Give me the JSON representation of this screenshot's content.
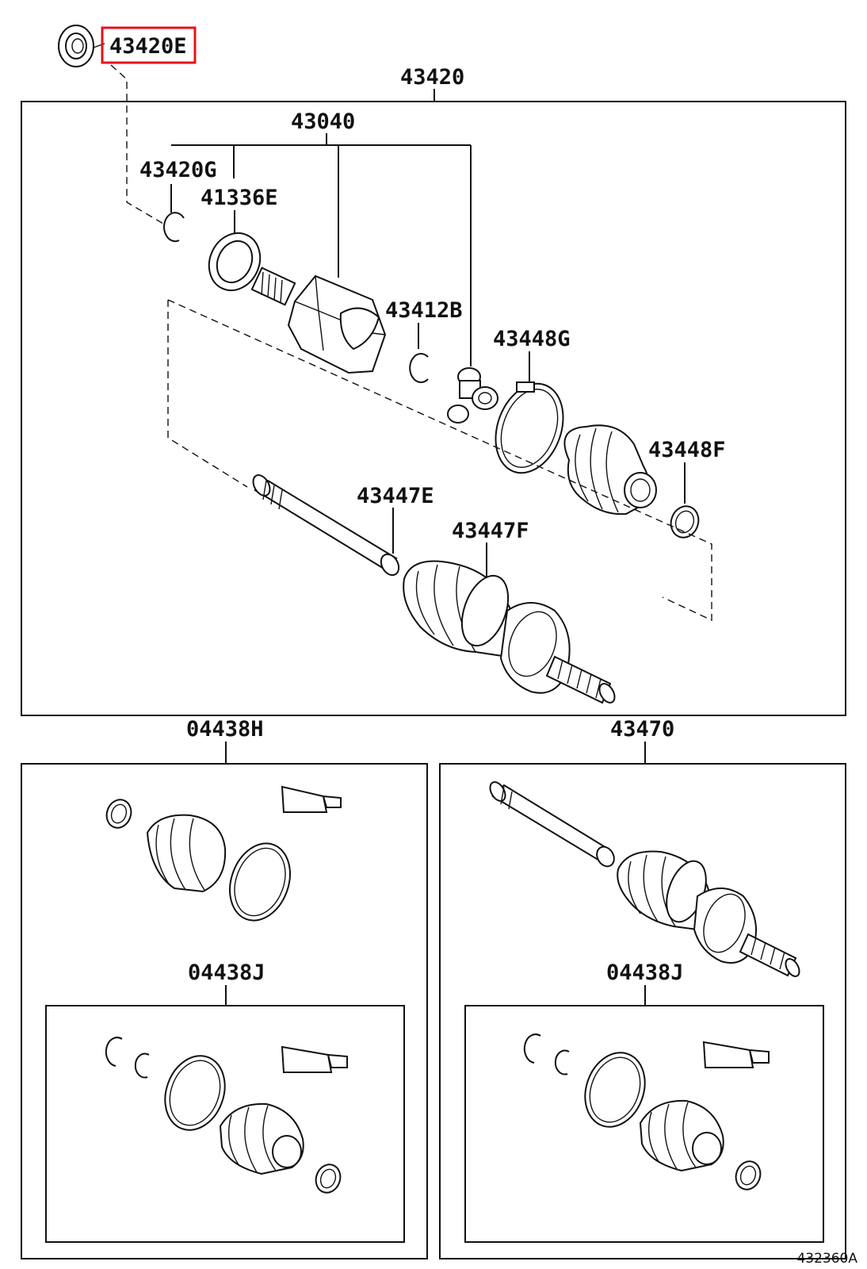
{
  "labels": {
    "p43420e": "43420E",
    "p43420": "43420",
    "p43040": "43040",
    "p43420g": "43420G",
    "p41336e": "41336E",
    "p43412b": "43412B",
    "p43448g": "43448G",
    "p43448f": "43448F",
    "p43447e": "43447E",
    "p43447f": "43447F",
    "p04438h": "04438H",
    "p43470": "43470",
    "p04438j_left": "04438J",
    "p04438j_right": "04438J"
  },
  "diagram_code": "432360A",
  "highlight": {
    "label": "43420E",
    "color": "#e8101a"
  }
}
